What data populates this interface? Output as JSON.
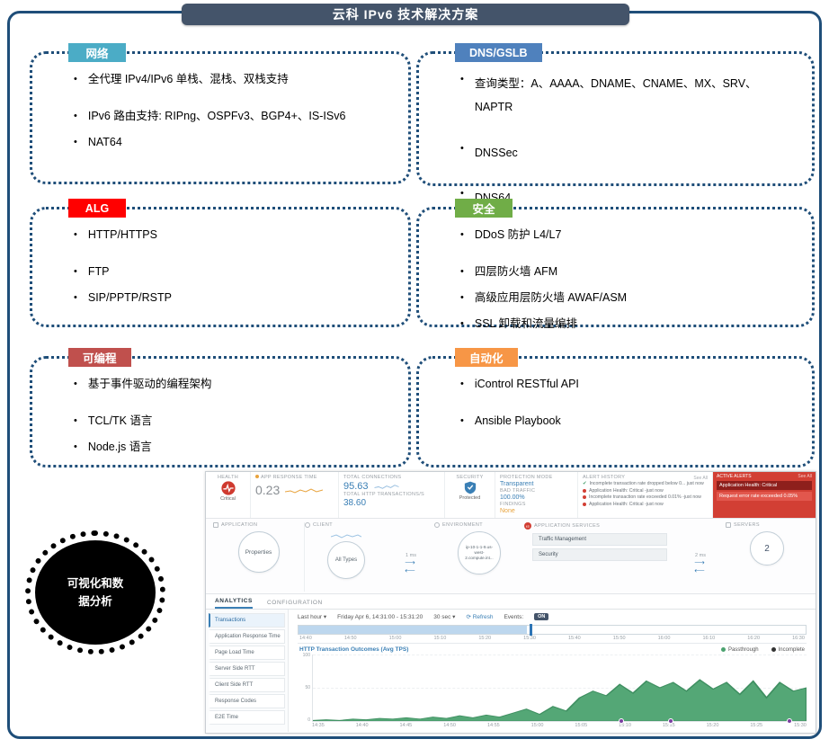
{
  "title": "云科 IPv6 技术解决方案",
  "ellipse_label": "可视化和数\n据分析",
  "boxes": [
    {
      "header": "网络",
      "color": "#4BACC6",
      "items": [
        "全代理 IPv4/IPv6 单栈、混栈、双栈支持",
        "IPv6 路由支持: RIPng、OSPFv3、BGP4+、IS-ISv6",
        "NAT64"
      ]
    },
    {
      "header": "DNS/GSLB",
      "color": "#4F81BD",
      "items": [
        "查询类型：A、AAAA、DNAME、CNAME、MX、SRV、NAPTR",
        "DNSSec",
        "DNS64"
      ]
    },
    {
      "header": "ALG",
      "color": "#FF0000",
      "items": [
        "HTTP/HTTPS",
        "FTP",
        "SIP/PPTP/RSTP"
      ]
    },
    {
      "header": "安全",
      "color": "#70AD47",
      "items": [
        "DDoS 防护 L4/L7",
        "四层防火墙 AFM",
        "高级应用层防火墙 AWAF/ASM",
        "SSL 卸载和流量编排"
      ]
    },
    {
      "header": "可编程",
      "color": "#C0504D",
      "items": [
        "基于事件驱动的编程架构",
        "TCL/TK 语言",
        "Node.js 语言"
      ]
    },
    {
      "header": "自动化",
      "color": "#F79646",
      "items": [
        "iControl RESTful API",
        "Ansible Playbook"
      ]
    }
  ],
  "dashboard": {
    "health": {
      "label": "HEALTH",
      "status": "Critical"
    },
    "app_response": {
      "label": "APP RESPONSE TIME",
      "value": "0.23"
    },
    "connections": {
      "label": "TOTAL CONNECTIONS",
      "value": "95.63",
      "http_label": "TOTAL HTTP TRANSACTIONS/S",
      "http_value": "38.60"
    },
    "security": {
      "label": "SECURITY",
      "status": "Protected"
    },
    "protection": {
      "mode_label": "PROTECTION MODE",
      "mode": "Transparent",
      "bad_label": "BAD TRAFFIC",
      "bad": "100.00%",
      "findings_label": "FINDINGS",
      "findings": "None"
    },
    "alert_history": {
      "label": "ALERT HISTORY",
      "see_all": "See All",
      "items": [
        {
          "text": "Incomplete transaction rate dropped below 0...  just now"
        },
        {
          "text": "Application Health: Critical -just now"
        },
        {
          "text": "Incomplete transaction rate exceeded 0.01% -just now"
        },
        {
          "text": "Application Health: Critical -just now"
        }
      ]
    },
    "active_alerts": {
      "label": "ACTIVE ALERTS",
      "see_all": "See All",
      "items": [
        "Application Health: Critical",
        "Request error rate exceeded 0.05%"
      ]
    },
    "topology": {
      "application_label": "APPLICATION",
      "application_node": "Properties",
      "client_label": "CLIENT",
      "client_node": "All Types",
      "latency1": "1 ms",
      "environment_label": "ENVIRONMENT",
      "environment_node": "ip-10-1-1-9.us-west-2.compute.int...",
      "services_label": "APPLICATION SERVICES",
      "services": [
        "Traffic Management",
        "Security"
      ],
      "latency2": "2 ms",
      "servers_label": "SERVERS",
      "servers_node": "2"
    },
    "tabs": {
      "analytics": "ANALYTICS",
      "configuration": "CONFIGURATION"
    },
    "sidebar": [
      "Transactions",
      "Application Response Time",
      "Page Load Time",
      "Server Side RTT",
      "Client Side RTT",
      "Response Codes",
      "E2E Time"
    ],
    "toolbar": {
      "range": "Last hour ▾",
      "date": "Friday Apr 6, 14:31:00 - 15:31:20",
      "interval": "30 sec ▾",
      "refresh": "⟳ Refresh",
      "events_label": "Events:",
      "events_state": "ON"
    },
    "timeline_ticks": [
      "14:40",
      "14:50",
      "15:00",
      "15:10",
      "15:20",
      "15:30",
      "15:40",
      "15:50",
      "16:00",
      "16:10",
      "16:20",
      "16:30"
    ],
    "chart": {
      "type": "area",
      "title": "HTTP Transaction Outcomes (Avg TPS)",
      "legend": [
        {
          "name": "Passthrough",
          "color": "#4ba26f"
        },
        {
          "name": "Incomplete",
          "color": "#333333"
        }
      ],
      "y_ticks": [
        "100",
        "50",
        "0"
      ],
      "x_ticks": [
        "14:35",
        "14:40",
        "14:45",
        "14:50",
        "14:55",
        "15:00",
        "15:05",
        "15:10",
        "15:15",
        "15:20",
        "15:25",
        "15:30"
      ],
      "values": [
        1,
        2,
        1,
        3,
        2,
        4,
        3,
        5,
        3,
        6,
        4,
        8,
        5,
        9,
        6,
        12,
        18,
        10,
        22,
        15,
        35,
        45,
        38,
        55,
        42,
        60,
        50,
        58,
        45,
        62,
        48,
        58,
        40,
        60,
        35,
        58,
        45,
        50
      ],
      "ymax": 100
    }
  }
}
